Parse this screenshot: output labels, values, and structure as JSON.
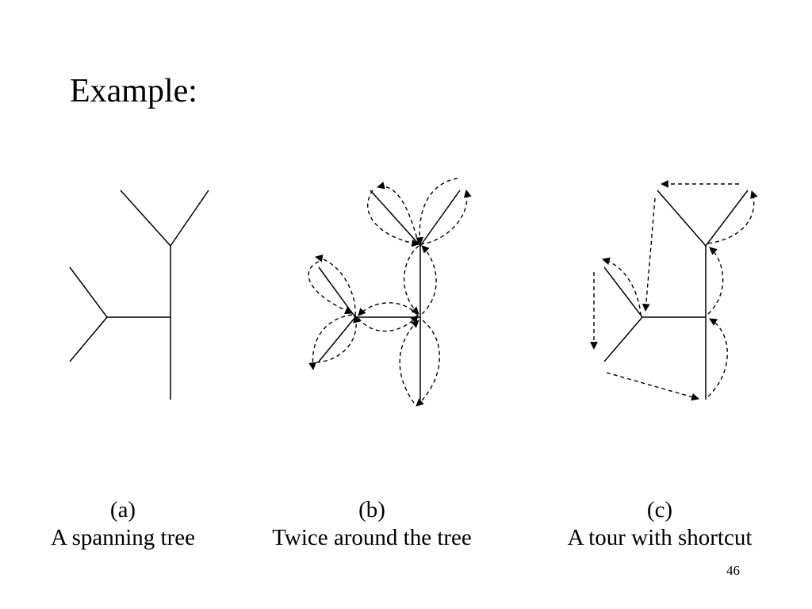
{
  "title": "Example:",
  "panels": [
    {
      "label": "(a)",
      "caption": "A spanning tree"
    },
    {
      "label": "(b)",
      "caption": "Twice around the tree"
    },
    {
      "label": "(c)",
      "caption": "A tour with shortcut"
    }
  ],
  "page_number": "46",
  "colors": {
    "line": "#000000",
    "background": "#ffffff"
  }
}
